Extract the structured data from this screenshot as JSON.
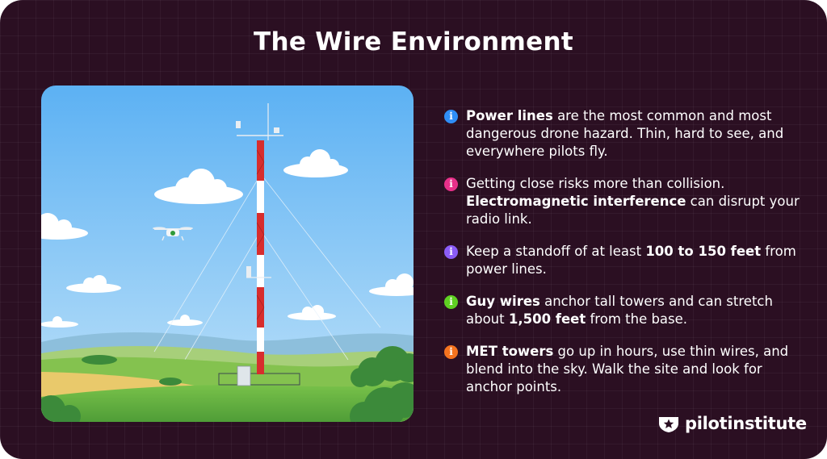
{
  "title": "The Wire Environment",
  "facts": [
    {
      "icon": "info-icon",
      "color": "#2f8ef7",
      "bold": "Power lines",
      "text": " are the most common and most dangerous drone hazard. Thin, hard to see, and everywhere pilots fly."
    },
    {
      "icon": "info-icon",
      "color": "#e8308a",
      "pre": "Getting close risks more than collision. ",
      "bold": "Electromagnetic interference",
      "text": " can disrupt your radio link."
    },
    {
      "icon": "info-icon",
      "color": "#8b5cf6",
      "pre": "Keep a standoff of at least ",
      "bold": "100 to 150 feet",
      "text": " from power lines."
    },
    {
      "icon": "info-icon",
      "color": "#5fd022",
      "bold": "Guy wires",
      "text": " anchor tall towers and can stretch about ",
      "bold2": "1,500 feet",
      "text2": " from the base."
    },
    {
      "icon": "info-icon",
      "color": "#f5731f",
      "bold": "MET towers",
      "text": " go up in hours, use thin wires, and blend into the sky. Walk the site and look for anchor points."
    }
  ],
  "brand": {
    "name": "pilotinstitute",
    "icon": "star-badge-icon"
  },
  "colors": {
    "background": "#2b0f22",
    "sky_top": "#6ab9f5",
    "grass": "#5fb33e"
  }
}
